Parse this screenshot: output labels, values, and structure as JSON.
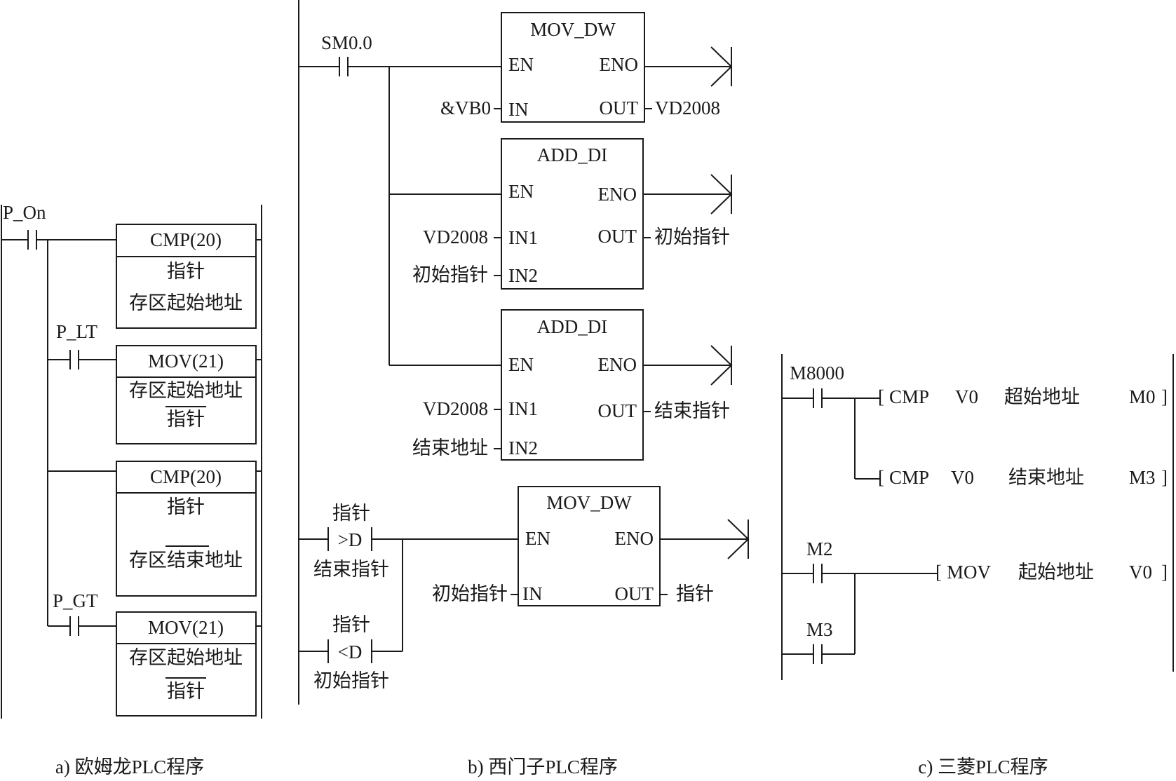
{
  "omron": {
    "caption": "a) 欧姆龙PLC程序",
    "contact_p_on": "P_On",
    "contact_p_lt": "P_LT",
    "contact_p_gt": "P_GT",
    "cmp1": {
      "title": "CMP(20)",
      "op1": "指针",
      "op2": "存区起始地址"
    },
    "mov1": {
      "title": "MOV(21)",
      "src": "存区起始地址",
      "dst": "指针"
    },
    "cmp2": {
      "title": "CMP(20)",
      "op1": "指针",
      "op2": "存区结束地址"
    },
    "mov2": {
      "title": "MOV(21)",
      "src": "存区起始地址",
      "dst": "指针"
    }
  },
  "siemens": {
    "caption": "b) 西门子PLC程序",
    "contact_sm": "SM0.0",
    "mov_dw_1": {
      "title": "MOV_DW",
      "en": "EN",
      "eno": "ENO",
      "in": "IN",
      "out": "OUT",
      "in_val": "&VB0",
      "out_val": "VD2008"
    },
    "add_di_1": {
      "title": "ADD_DI",
      "en": "EN",
      "eno": "ENO",
      "in1": "IN1",
      "in2": "IN2",
      "out": "OUT",
      "in1_val": "VD2008",
      "in2_val": "初始指针",
      "out_val": "初始指针"
    },
    "add_di_2": {
      "title": "ADD_DI",
      "en": "EN",
      "eno": "ENO",
      "in1": "IN1",
      "in2": "IN2",
      "out": "OUT",
      "in1_val": "VD2008",
      "in2_val": "结束地址",
      "out_val": "结束指针"
    },
    "cmp_gt": {
      "top": "指针",
      "op": ">D",
      "bottom": "结束指针"
    },
    "cmp_lt": {
      "top": "指针",
      "op": "<D",
      "bottom": "初始指针"
    },
    "mov_dw_2": {
      "title": "MOV_DW",
      "en": "EN",
      "eno": "ENO",
      "in": "IN",
      "out": "OUT",
      "in_val": "初始指针",
      "out_val": "指针"
    }
  },
  "mitsubishi": {
    "caption": "c) 三菱PLC程序",
    "contact_m8000": "M8000",
    "contact_m2": "M2",
    "contact_m3": "M3",
    "instr1": {
      "op": "CMP",
      "a": "V0",
      "b": "超始地址",
      "c": "M0"
    },
    "instr2": {
      "op": "CMP",
      "a": "V0",
      "b": "结束地址",
      "c": "M3"
    },
    "instr3": {
      "op": "MOV",
      "a": "起始地址",
      "b": "V0"
    }
  }
}
